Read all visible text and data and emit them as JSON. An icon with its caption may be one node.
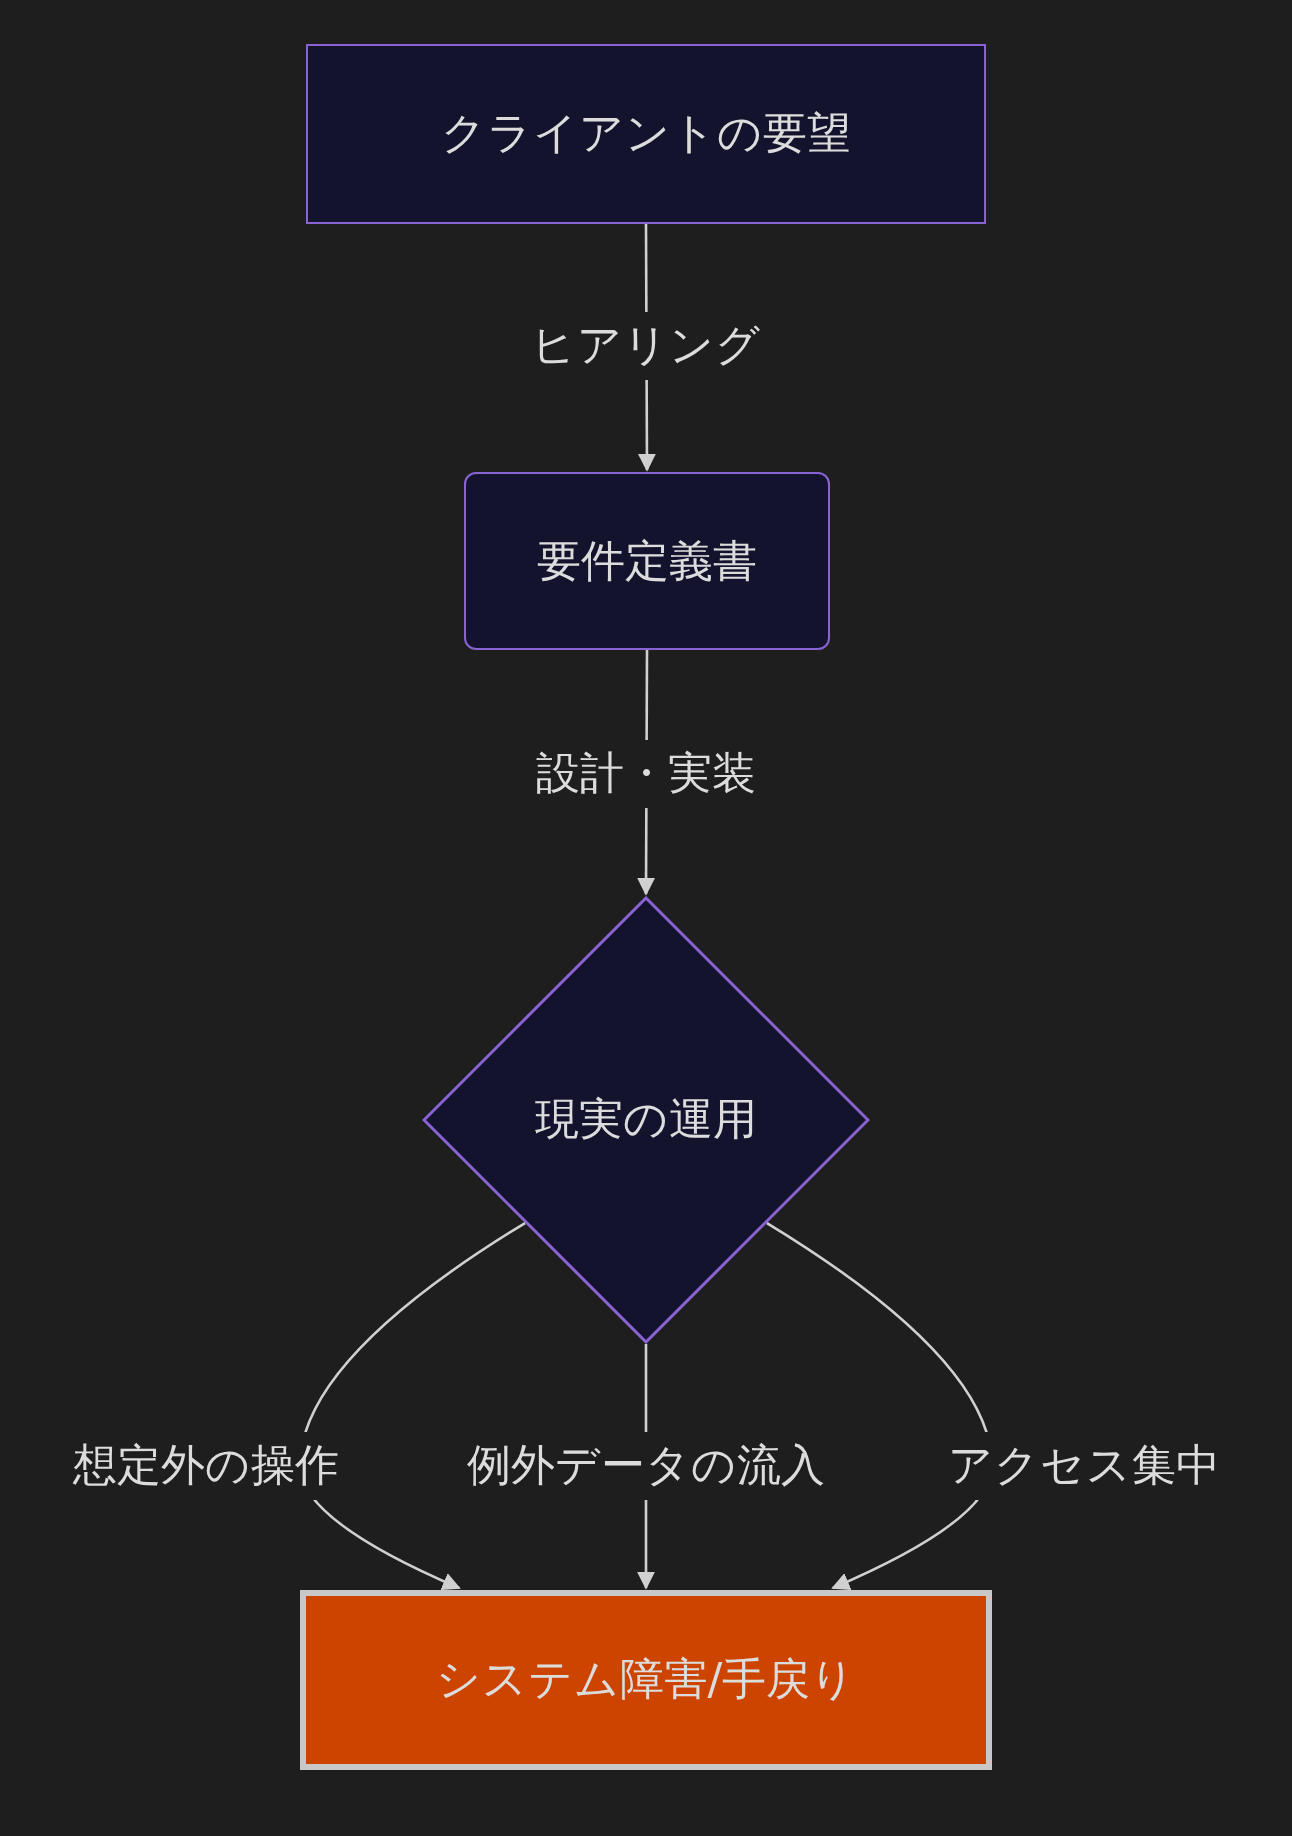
{
  "diagram": {
    "nodes": [
      {
        "text": [
          "クライアントの要望"
        ]
      },
      {
        "text": [
          "要件定義書"
        ]
      },
      {
        "text": [
          "現実の運用"
        ]
      },
      {
        "text": [
          "システム障害/手戻り"
        ]
      }
    ],
    "edges": [
      {
        "from": 0,
        "to": 1,
        "arrow": "to",
        "label": "ヒアリング"
      },
      {
        "from": 1,
        "to": 2,
        "arrow": "to",
        "label": "設計・実装"
      },
      {
        "from": 2,
        "to": 3,
        "arrow": "to",
        "label": "想定外の操作"
      },
      {
        "from": 2,
        "to": 3,
        "arrow": "to",
        "label": "例外データの流入"
      },
      {
        "from": 2,
        "to": 3,
        "arrow": "to",
        "label": "アクセス集中"
      }
    ]
  }
}
